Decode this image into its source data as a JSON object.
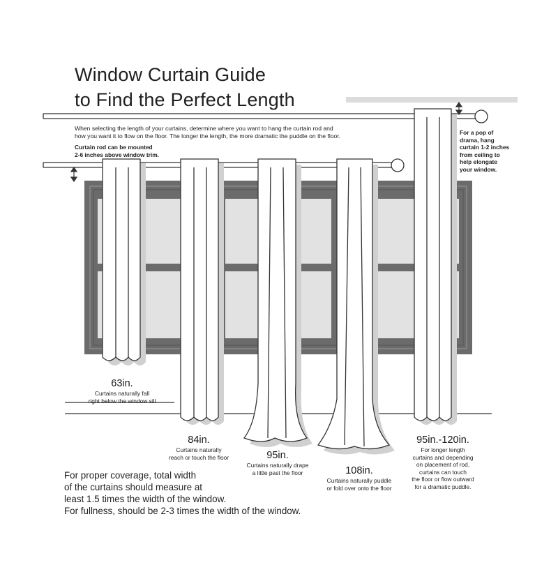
{
  "title": {
    "line1": "Window Curtain Guide",
    "line2": "to Find the Perfect Length"
  },
  "intro": {
    "line1": "When selecting the length of your curtains, determine where you want to hang the curtain rod and",
    "line2": "how you want it to flow on the floor. The longer the length, the more dramatic the puddle on the floor."
  },
  "rod_note": {
    "line1": "Curtain rod can be mounted",
    "line2": "2-6 inches above window trim."
  },
  "drama_note": {
    "lines": [
      "For a pop of",
      "drama, hang",
      "curtain 1-2 inches",
      "from ceiling to",
      "help elongate",
      "your window."
    ]
  },
  "curtains": [
    {
      "length": "63in.",
      "desc": [
        "Curtains naturally fall",
        "right below the window sill"
      ]
    },
    {
      "length": "84in.",
      "desc": [
        "Curtains naturally",
        "reach or touch the floor"
      ]
    },
    {
      "length": "95in.",
      "desc": [
        "Curtains naturally drape",
        "a little past the floor"
      ]
    },
    {
      "length": "108in.",
      "desc": [
        "Curtains naturally puddle",
        "or fold over onto the floor"
      ]
    },
    {
      "length": "95in.-120in.",
      "desc": [
        "For longer length",
        "curtains and depending",
        "on placement of rod,",
        "curtains can touch",
        "the floor or flow outward",
        "for a dramatic puddle."
      ]
    }
  ],
  "coverage": {
    "lines": [
      "For proper coverage, total width",
      "of the curtains should measure at",
      "least 1.5 times the width of the window.",
      "For fullness, should be 2-3 times the width of the window."
    ]
  },
  "colors": {
    "frame": "#6b6b6b",
    "glass": "#e2e2e2",
    "shadow": "#d0d0d0",
    "line": "#333333",
    "accent_bar": "#dcdcdc"
  }
}
